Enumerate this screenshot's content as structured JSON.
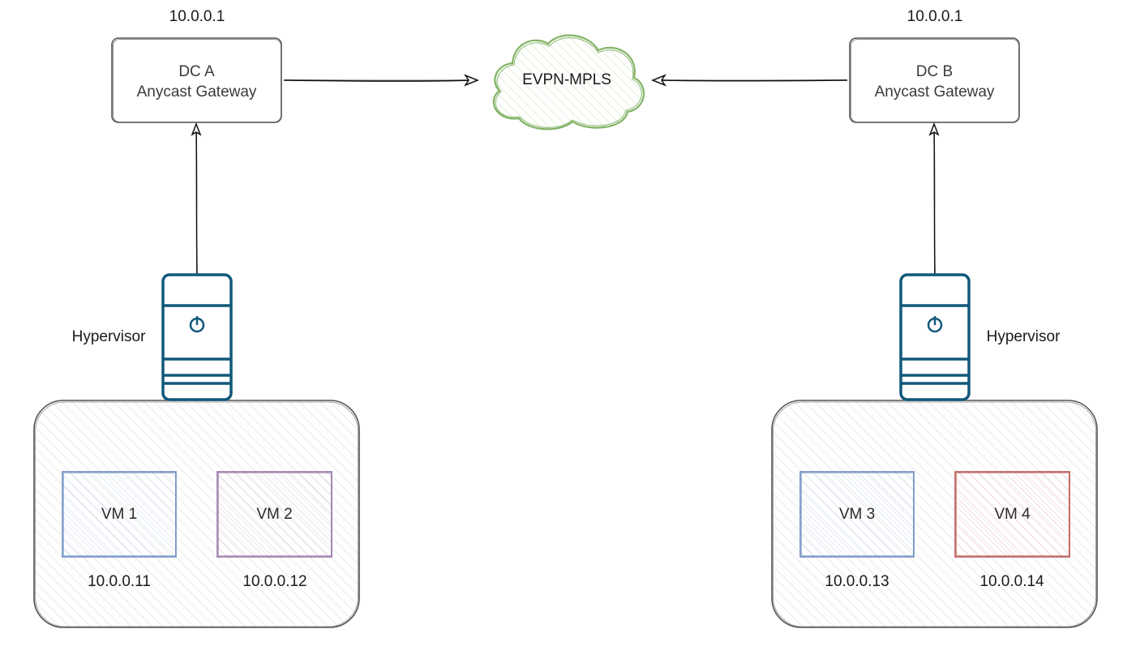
{
  "cloud": {
    "label": "EVPN-MPLS"
  },
  "dc_a": {
    "ip": "10.0.0.1",
    "title": "DC A",
    "subtitle": "Anycast Gateway",
    "hypervisor_label": "Hypervisor",
    "vms": [
      {
        "name": "VM 1",
        "ip": "10.0.0.11",
        "color": "#6c8ebf"
      },
      {
        "name": "VM 2",
        "ip": "10.0.0.12",
        "color": "#9673a6"
      }
    ]
  },
  "dc_b": {
    "ip": "10.0.0.1",
    "title": "DC B",
    "subtitle": "Anycast Gateway",
    "hypervisor_label": "Hypervisor",
    "vms": [
      {
        "name": "VM 3",
        "ip": "10.0.0.13",
        "color": "#6c8ebf"
      },
      {
        "name": "VM 4",
        "ip": "10.0.0.14",
        "color": "#b85450"
      }
    ]
  },
  "colors": {
    "cloud_stroke": "#82b366",
    "server_icon": "#10587a",
    "box_stroke": "#555555",
    "hatch": "#dddddd",
    "arrow": "#111111"
  },
  "icons": {
    "server": "server-power-icon"
  }
}
